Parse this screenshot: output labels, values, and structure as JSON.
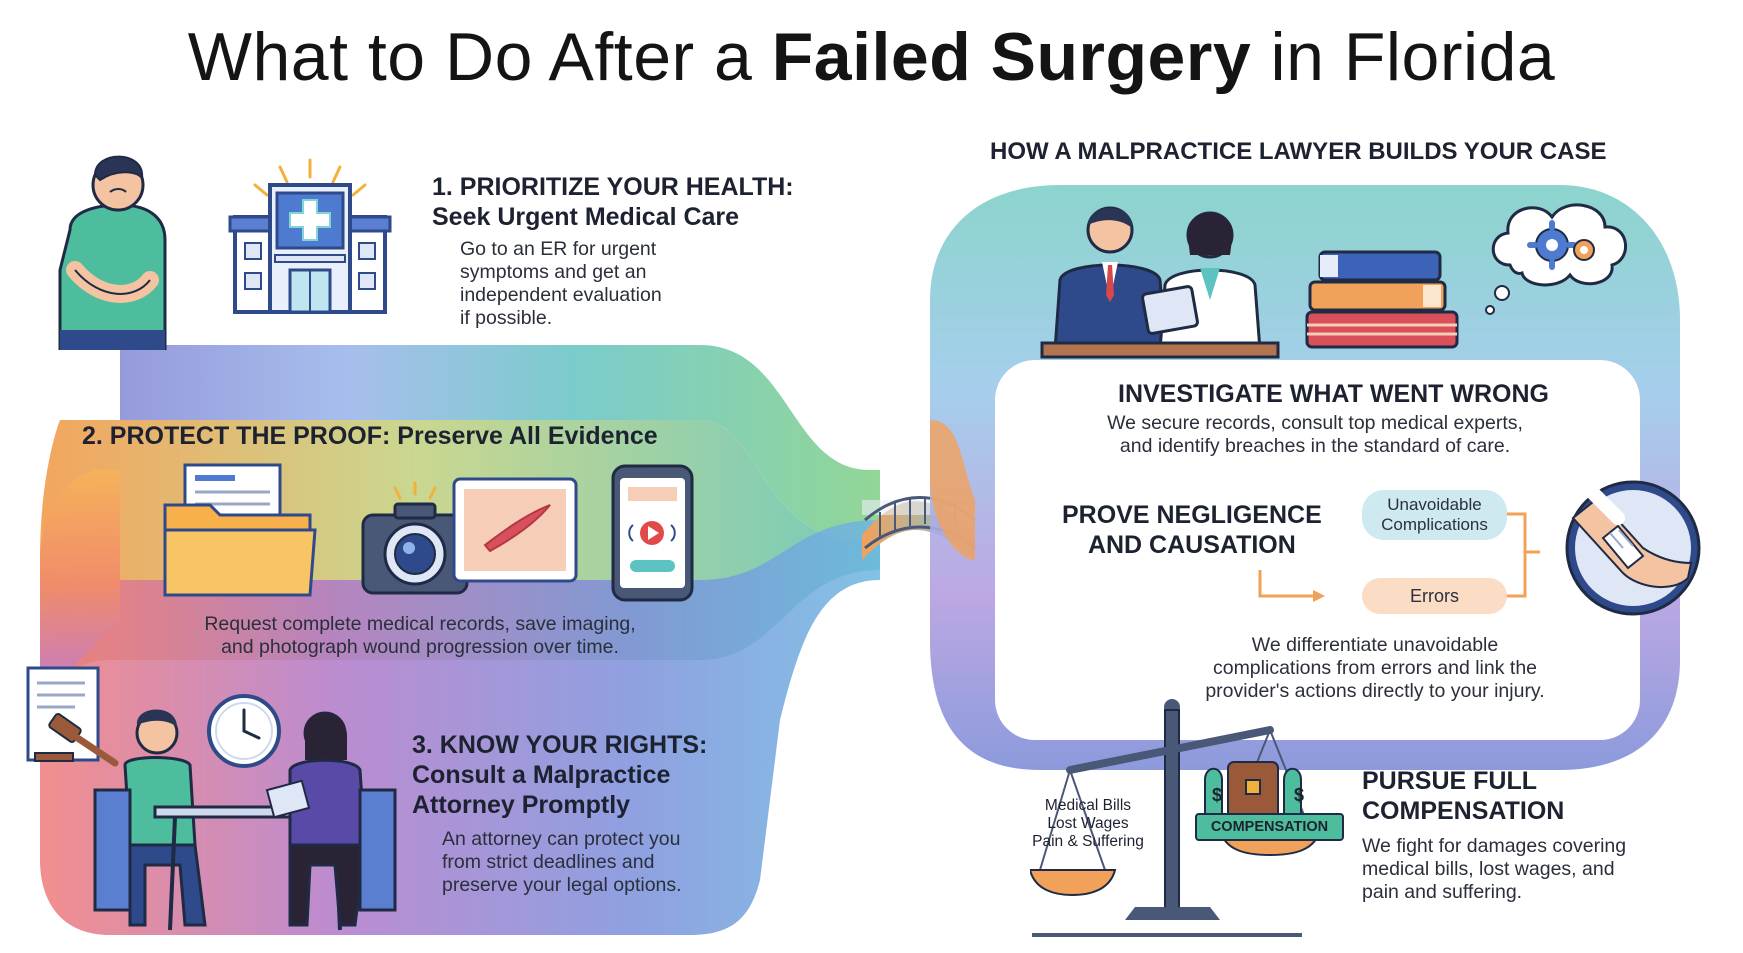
{
  "title": {
    "part1": "What to Do After a ",
    "emphasis": "Failed Surgery",
    "part2": " in Florida"
  },
  "steps": {
    "step1": {
      "heading_line1": "1. PRIORITIZE YOUR HEALTH:",
      "heading_line2": "Seek Urgent Medical Care",
      "body": [
        "Go to an ER for urgent",
        "symptoms and get an",
        "independent evaluation",
        "if possible."
      ]
    },
    "step2": {
      "heading_caps": "2. PROTECT THE PROOF:",
      "heading_rest": " Preserve All Evidence",
      "body": [
        "Request complete medical records, save imaging,",
        "and photograph wound progression over time."
      ]
    },
    "step3": {
      "heading_line1": "3. KNOW YOUR RIGHTS:",
      "heading_line2": "Consult a Malpractice",
      "heading_line3": "Attorney Promptly",
      "body": [
        "An attorney can protect you",
        "from strict deadlines and",
        "preserve your legal options."
      ]
    }
  },
  "lawyer": {
    "section_title": "HOW A MALPRACTICE LAWYER BUILDS YOUR CASE",
    "investigate": {
      "heading": "INVESTIGATE WHAT WENT WRONG",
      "body": [
        "We secure records, consult top medical experts,",
        "and identify breaches in the standard of care."
      ]
    },
    "prove": {
      "heading_line1": "PROVE NEGLIGENCE",
      "heading_line2": "AND CAUSATION",
      "pill_unavoidable_line1": "Unavoidable",
      "pill_unavoidable_line2": "Complications",
      "pill_errors": "Errors",
      "body": [
        "We differentiate unavoidable",
        "complications from errors and link the",
        "provider's actions directly to your injury."
      ]
    },
    "pursue": {
      "heading_line1": "PURSUE FULL",
      "heading_line2": "COMPENSATION",
      "body": [
        "We fight for damages covering",
        "medical bills, lost wages, and",
        "pain and suffering."
      ]
    },
    "scale": {
      "left_line1": "Medical Bills",
      "left_line2": "Lost Wages",
      "left_line3": "Pain & Suffering",
      "right_label": "COMPENSATION",
      "dollar": "$"
    }
  },
  "colors": {
    "teal": "#5cc3c0",
    "green": "#8fd07c",
    "orange": "#f2a15a",
    "purple": "#8a6fc4",
    "blue": "#4d7bc9",
    "navy": "#2f4a8a"
  },
  "icons": [
    "person-stomach-pain-icon",
    "hospital-icon",
    "folder-documents-icon",
    "camera-icon",
    "wound-photo-icon",
    "phone-video-icon",
    "gavel-document-icon",
    "clock-icon",
    "client-attorney-meeting-icon",
    "lawyer-doctor-icon",
    "books-icon",
    "gears-thought-icon",
    "bandaged-arm-icon",
    "scales-of-justice-icon",
    "treasure-chest-icon",
    "money-bag-icon"
  ]
}
